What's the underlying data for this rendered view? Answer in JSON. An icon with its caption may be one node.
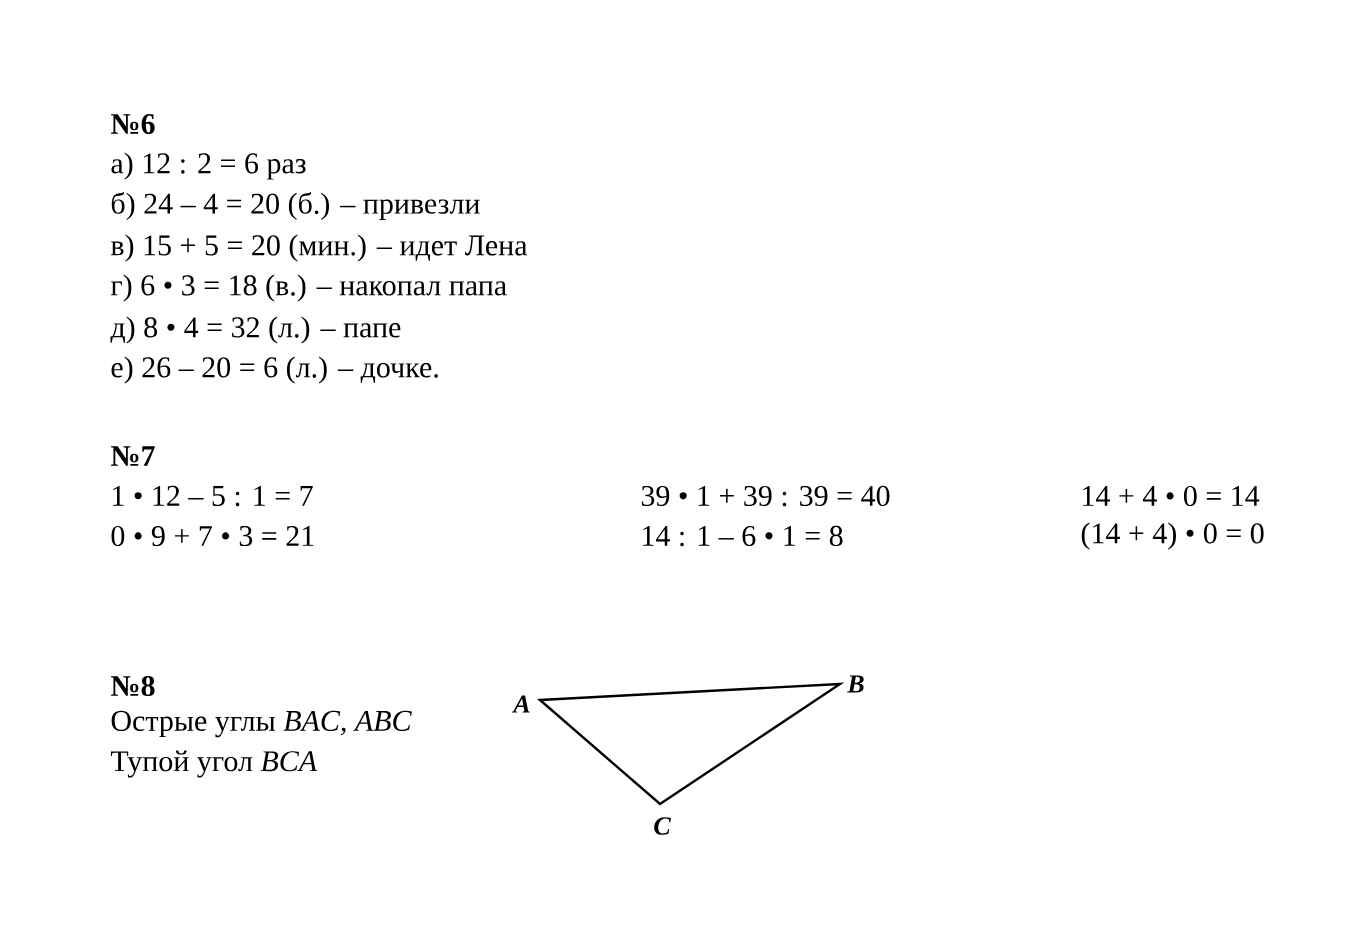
{
  "diagram": {
    "labels": [
      "№6",
      "а) 12 : 2 = 6 раз",
      "б) 24 – 4 = 20 (б.) – привезли",
      "в) 15 + 5 = 20 (мин.) – идет Лена",
      "г) 6 • 3 = 18 (в.) – накопал папа",
      "д) 8 • 4 = 32 (л.) – папе",
      "е) 26 – 20 = 6 (л.) – дочке.",
      "№7",
      "1 • 12 – 5 : 1 = 7",
      "39 • 1 + 39 : 39 = 40",
      "14 + 4 • 0 = 14",
      "0 • 9 + 7 • 3 = 21",
      "14 : 1 – 6 • 1 = 8",
      "(14 + 4) • 0 = 0",
      "№8",
      "Острые углы *BAC, ABC*",
      "Тупой угол *BCA*",
      "B",
      "A",
      "C"
    ]
  }
}
